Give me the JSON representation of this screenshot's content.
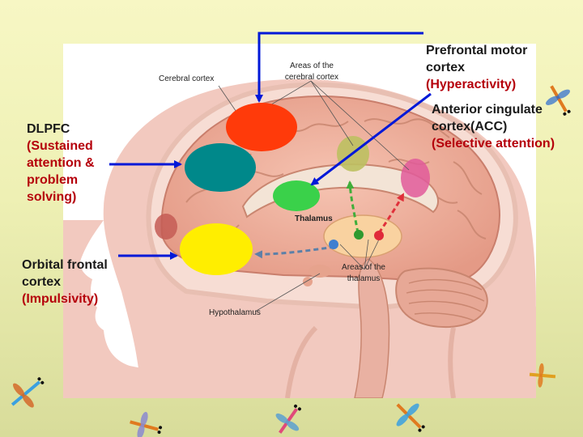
{
  "diagram": {
    "image_labels": {
      "cerebral_cortex": "Cerebral cortex",
      "areas_cortex_line1": "Areas of the",
      "areas_cortex_line2": "cerebral cortex",
      "thalamus": "Thalamus",
      "areas_thalamus_line1": "Areas of the",
      "areas_thalamus_line2": "thalamus",
      "hypothalamus": "Hypothalamus"
    },
    "callouts": {
      "dlpfc": {
        "name": "DLPFC",
        "function": "(Sustained attention & problem solving)",
        "color": "#00888a"
      },
      "orbital_frontal": {
        "name": "Orbital frontal cortex",
        "function": "(Impulsivity)",
        "color": "#ffee00"
      },
      "prefrontal_motor": {
        "name": "Prefrontal motor cortex",
        "function": "(Hyperactivity)",
        "color": "#ff3a0a"
      },
      "anterior_cingulate": {
        "name": "Anterior cingulate cortex(ACC)",
        "function": "(Selective attention)",
        "color": "#3ad14a"
      }
    },
    "arrow_color": "#0018d8",
    "decorations": [
      "dragonfly-icon"
    ]
  }
}
